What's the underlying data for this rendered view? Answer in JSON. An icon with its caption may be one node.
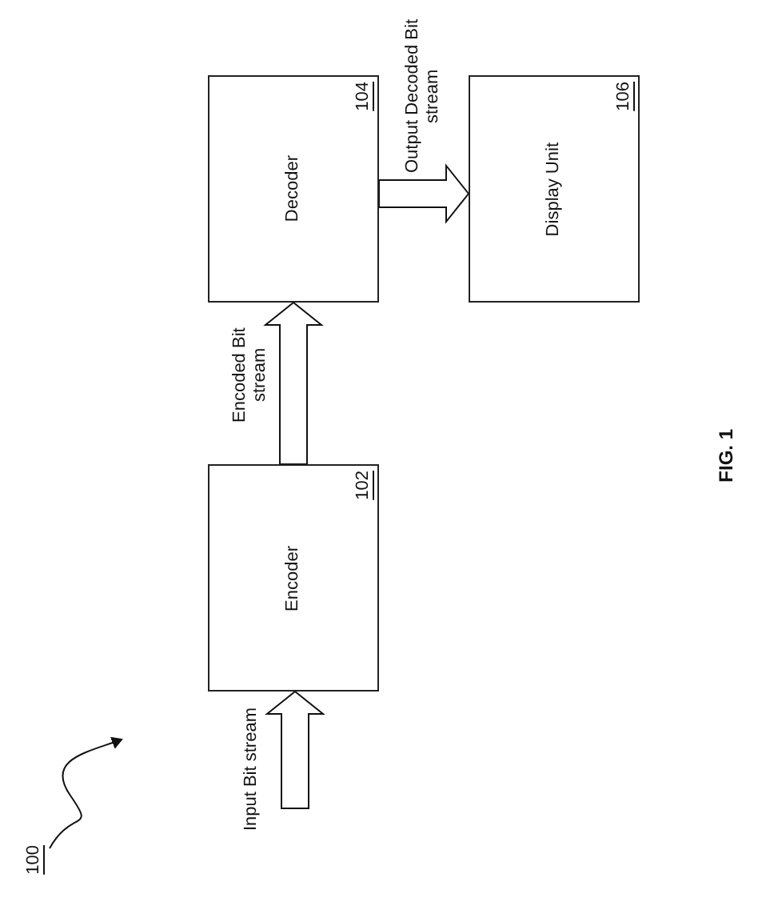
{
  "diagram": {
    "nodes": [
      {
        "text": [
          "Encoder",
          "102"
        ]
      },
      {
        "text": [
          "Decoder",
          "104"
        ]
      },
      {
        "text": [
          "Display Unit",
          "106"
        ]
      },
      {
        "text": [
          "100"
        ]
      }
    ],
    "edges": [
      {
        "from": null,
        "to": 0,
        "arrow": "to",
        "label": "Input Bit stream"
      },
      {
        "from": 0,
        "to": 1,
        "arrow": "to",
        "label": "Encoded Bit stream"
      },
      {
        "from": 1,
        "to": 2,
        "arrow": "to",
        "label": "Output Decoded Bit stream"
      },
      {
        "from": 3,
        "to": null,
        "arrow": "to"
      }
    ],
    "labels": [
      "FIG. 1"
    ]
  }
}
